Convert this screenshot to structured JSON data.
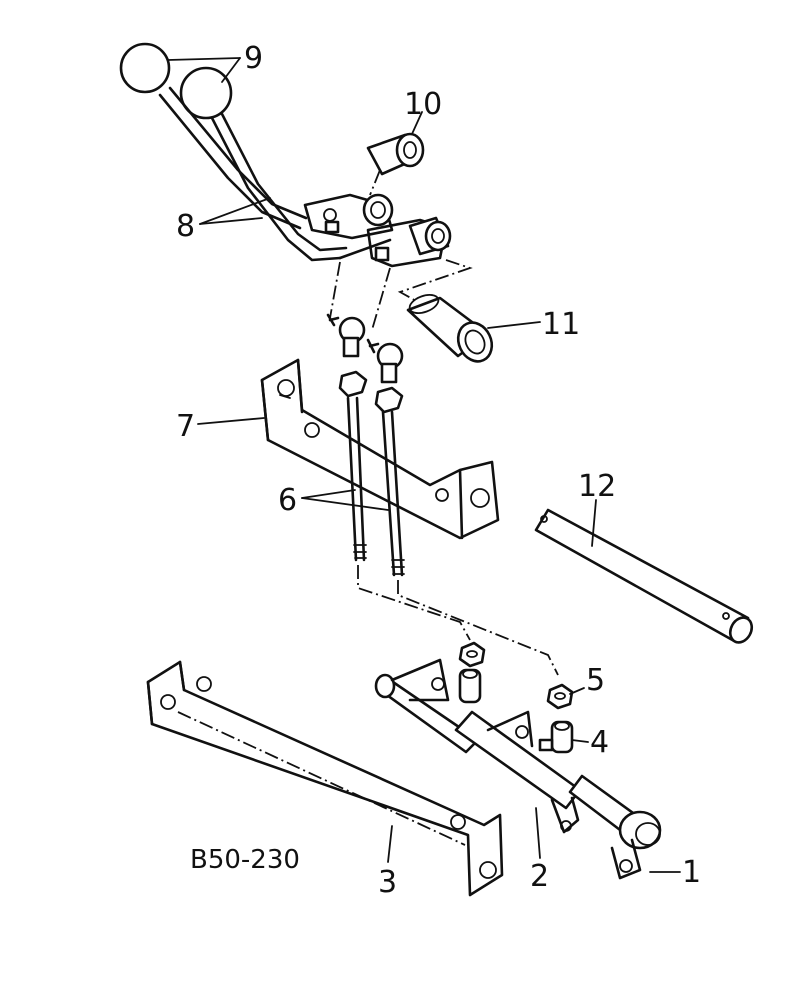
{
  "drawing_code": "B50-230",
  "callouts": {
    "c1": "1",
    "c2": "2",
    "c3": "3",
    "c4": "4",
    "c5": "5",
    "c6": "6",
    "c7": "7",
    "c8": "8",
    "c9": "9",
    "c10": "10",
    "c11": "11",
    "c12": "12"
  }
}
